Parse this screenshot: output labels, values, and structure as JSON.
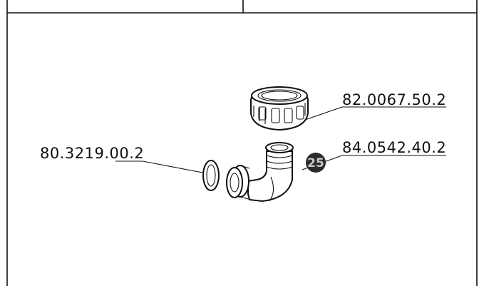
{
  "diagram": {
    "callouts": [
      {
        "id": "nut",
        "text": "82.0067.50.2"
      },
      {
        "id": "elbow",
        "text": "84.0542.40.2"
      },
      {
        "id": "oring",
        "text": "80.3219.00.2"
      }
    ],
    "badge": {
      "text": "25",
      "color": "#2b2b2b"
    }
  }
}
